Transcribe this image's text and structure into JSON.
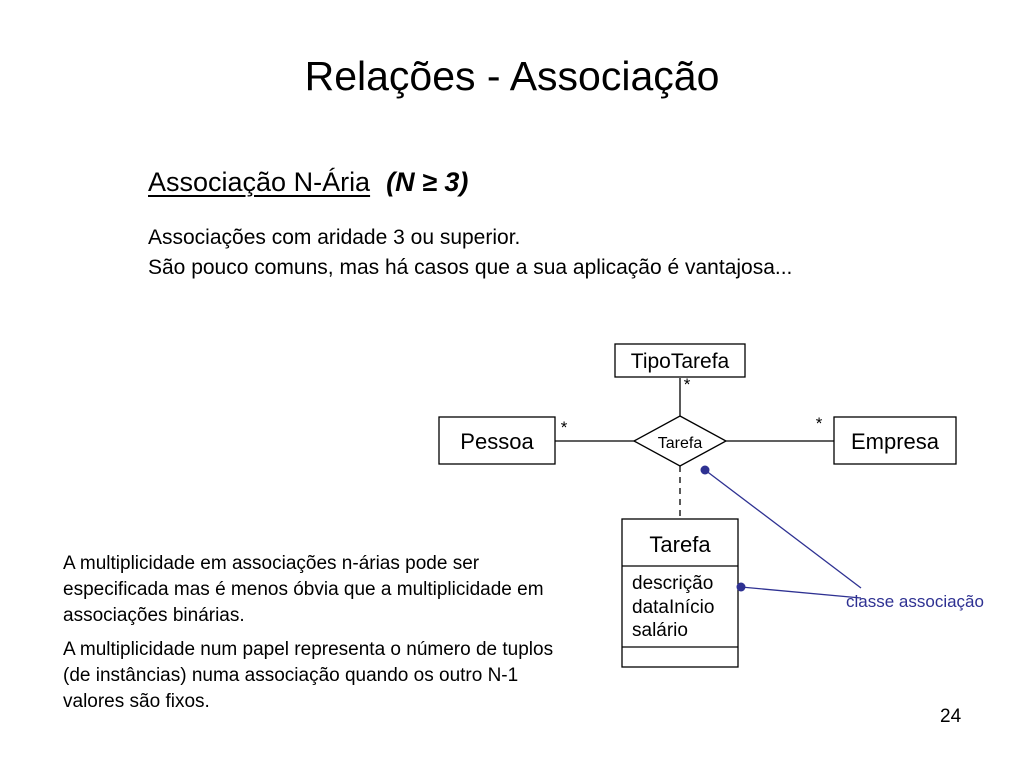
{
  "slide": {
    "title": "Relações - Associação",
    "subtitle": "Associação N-Ária",
    "subtitle_expr": "(N ≥ 3)",
    "intro_lines": [
      "Associações com aridade 3 ou superior.",
      "São pouco comuns, mas há casos que a sua aplicação é vantajosa..."
    ],
    "notes": [
      "A multiplicidade em associações n-árias pode ser especificada mas é menos óbvia que a multiplicidade em associações binárias.",
      "A multiplicidade num papel representa o número de tuplos (de instâncias) numa associação quando os outro N-1 valores são fixos."
    ],
    "page_number": "24"
  },
  "diagram": {
    "classes": {
      "tipo_tarefa": "TipoTarefa",
      "pessoa": "Pessoa",
      "empresa": "Empresa"
    },
    "association": {
      "name": "Tarefa",
      "multiplicity_top": "*",
      "multiplicity_left": "*",
      "multiplicity_right": "*"
    },
    "association_class": {
      "name": "Tarefa",
      "attributes": [
        "descrição",
        "dataInício",
        "salário"
      ]
    },
    "annotation": "classe associação",
    "annotation_color": "#2e3192"
  }
}
